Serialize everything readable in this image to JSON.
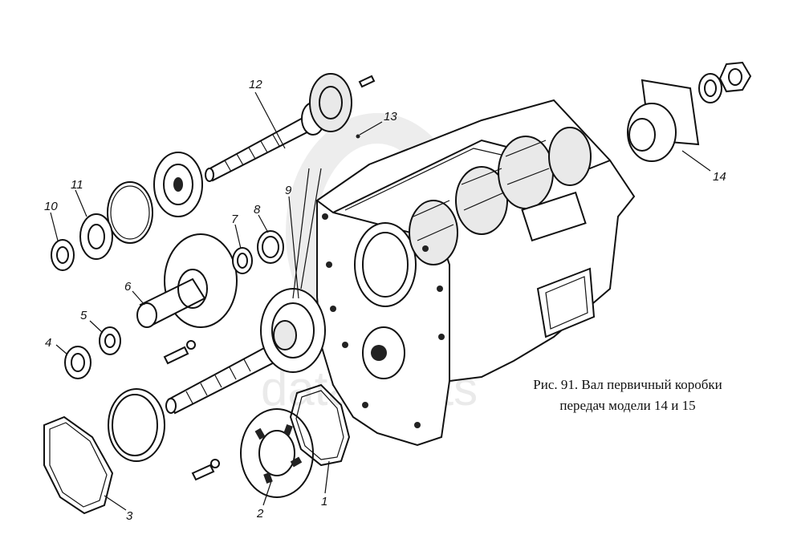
{
  "caption": {
    "line1": "Рис. 91. Вал первичный коробки",
    "line2": "передач модели 14  и 15"
  },
  "watermark": {
    "text": "data-parts"
  },
  "parts": [
    {
      "id": "1",
      "label": "1"
    },
    {
      "id": "2",
      "label": "2"
    },
    {
      "id": "3",
      "label": "3"
    },
    {
      "id": "4",
      "label": "4"
    },
    {
      "id": "5",
      "label": "5"
    },
    {
      "id": "6",
      "label": "6"
    },
    {
      "id": "7",
      "label": "7"
    },
    {
      "id": "8",
      "label": "8"
    },
    {
      "id": "9",
      "label": "9"
    },
    {
      "id": "10",
      "label": "10"
    },
    {
      "id": "11",
      "label": "11"
    },
    {
      "id": "12",
      "label": "12"
    },
    {
      "id": "13",
      "label": "13"
    },
    {
      "id": "14",
      "label": "14"
    }
  ]
}
